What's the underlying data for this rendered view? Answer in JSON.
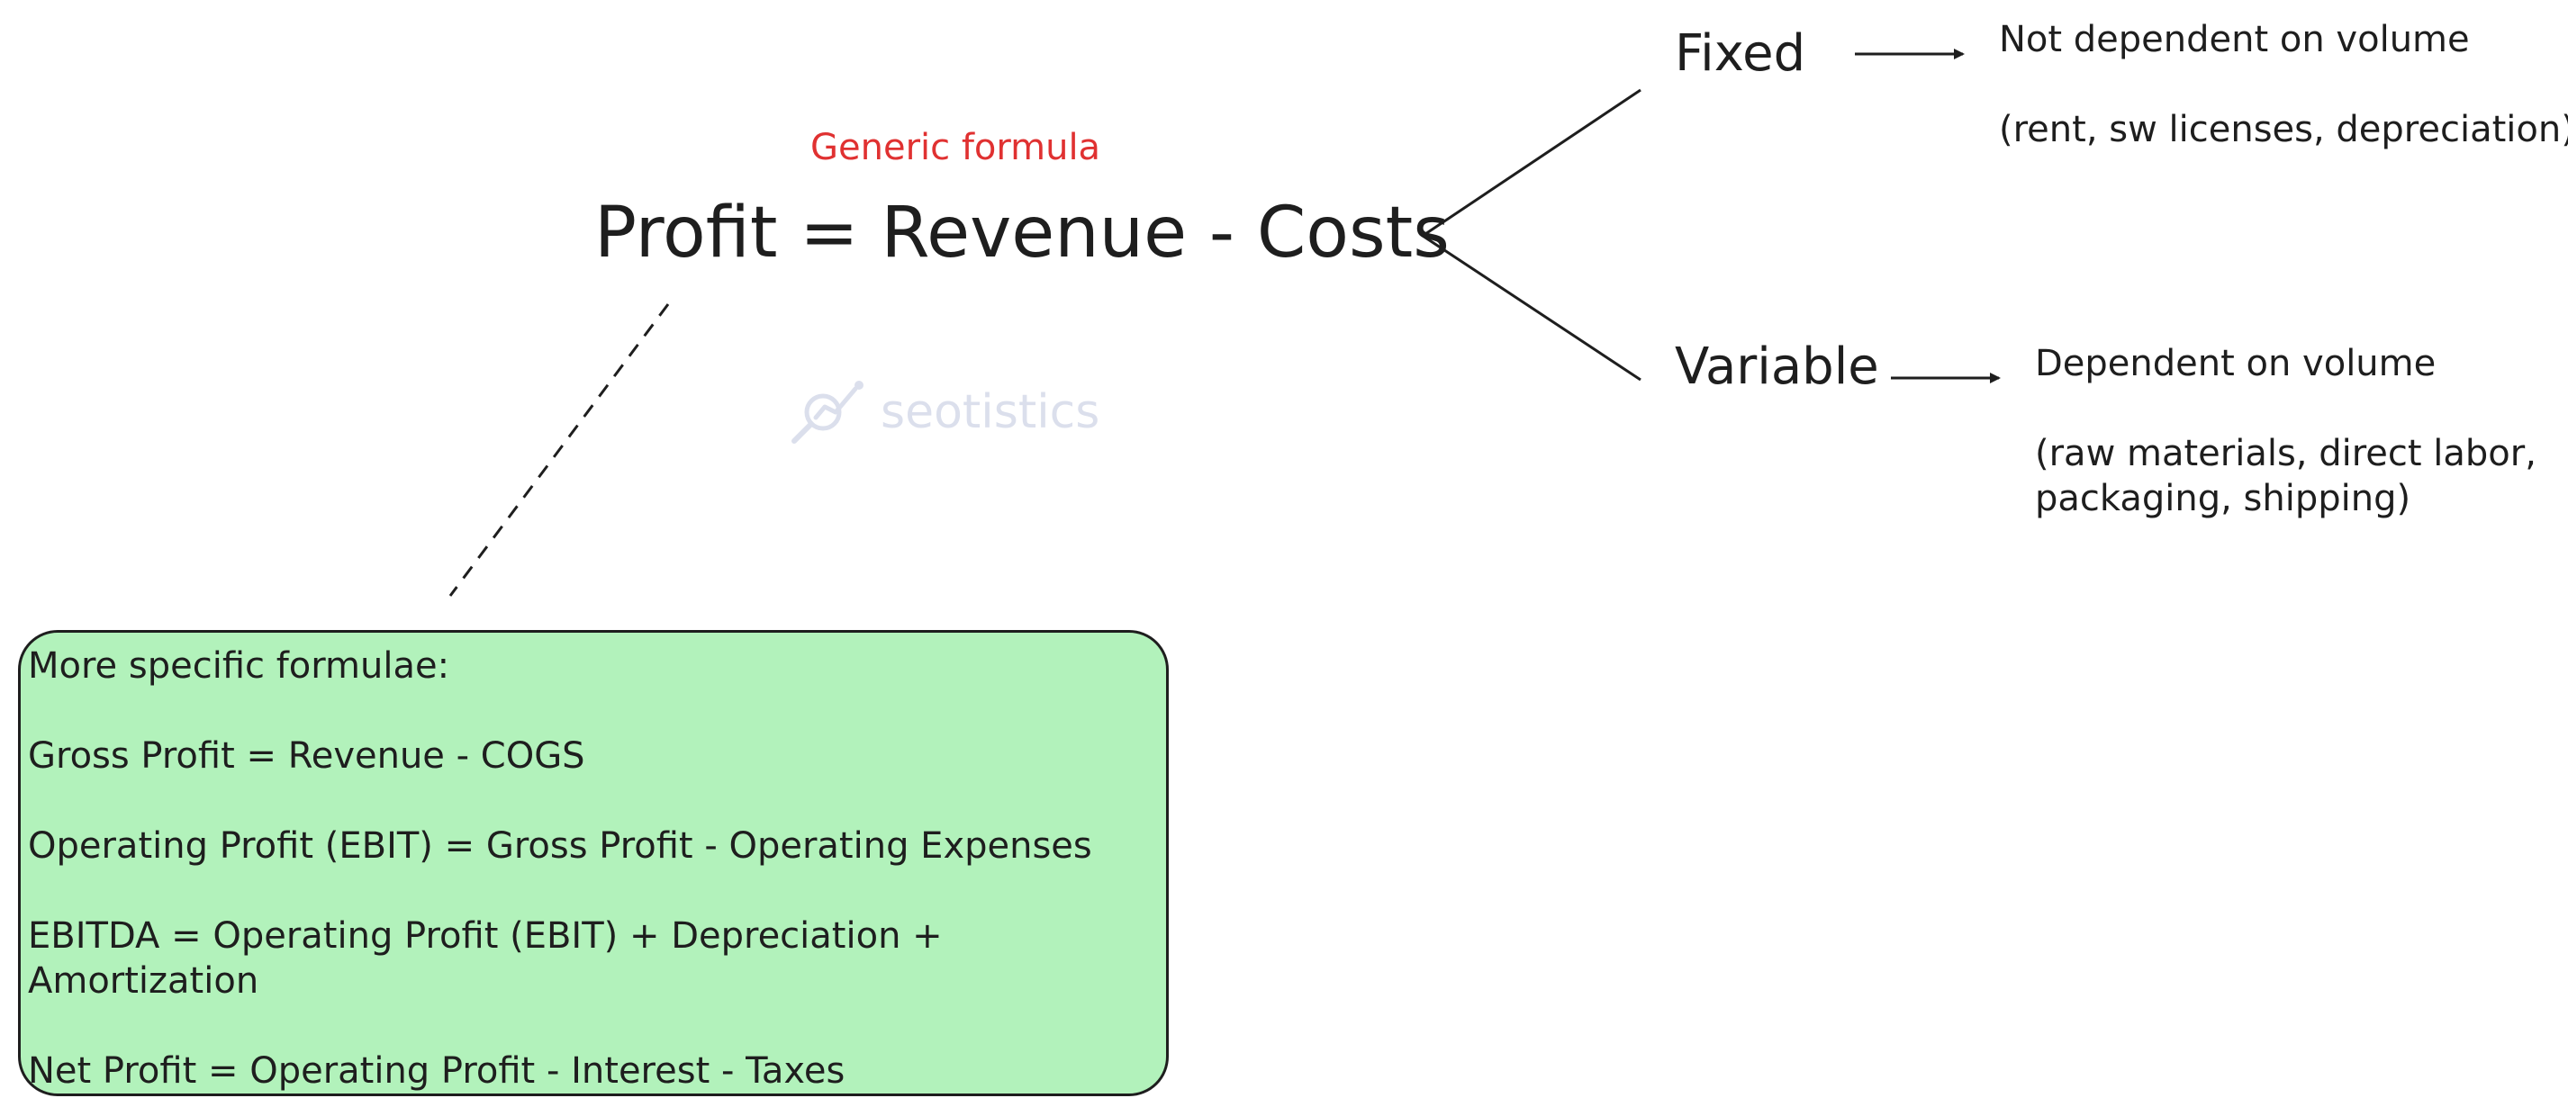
{
  "subtitle": "Generic formula",
  "main_formula": "Profit = Revenue - Costs",
  "branches": {
    "fixed": {
      "label": "Fixed",
      "description": "Not dependent on volume",
      "examples": "(rent, sw licenses, depreciation)"
    },
    "variable": {
      "label": "Variable",
      "description": "Dependent on volume",
      "examples_line1": "(raw materials, direct labor,",
      "examples_line2": "packaging, shipping)"
    }
  },
  "formulae_box": {
    "heading": "More specific formulae:",
    "gross_profit": "Gross Profit = Revenue - COGS",
    "operating_profit": "Operating Profit (EBIT) = Gross Profit - Operating Expenses",
    "ebitda_line1": "EBITDA = Operating Profit (EBIT) + Depreciation +",
    "ebitda_line2": "Amortization",
    "net_profit": "Net Profit = Operating Profit - Interest - Taxes"
  },
  "watermark": {
    "text": "seotistics",
    "icon": "magnifier-chart-icon"
  },
  "colors": {
    "subtitle": "#e03131",
    "box_fill": "#b2f2bb",
    "stroke": "#1e1e1e"
  }
}
